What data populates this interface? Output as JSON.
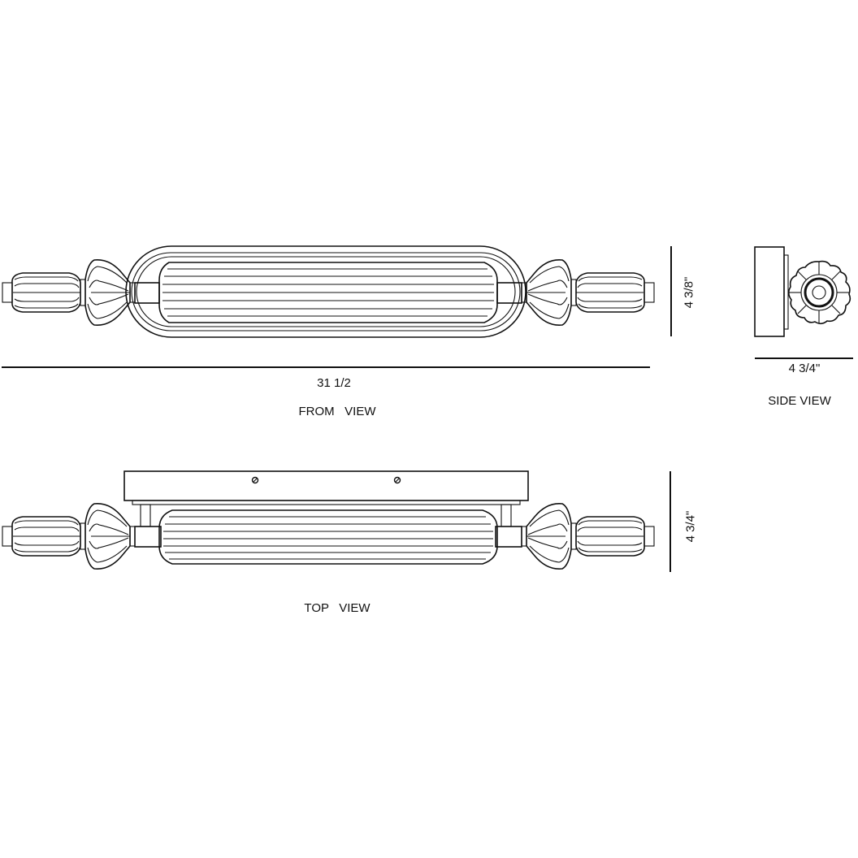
{
  "drawing": {
    "line_color": "#111111",
    "background": "#ffffff",
    "front_view": {
      "caption": "FROM   VIEW",
      "width_dimension": "31 1/2",
      "height_dimension": "4 3/8\""
    },
    "side_view": {
      "caption": "SIDE VIEW",
      "depth_dimension": "4 3/4\""
    },
    "top_view": {
      "caption": "TOP   VIEW",
      "depth_dimension": "4 3/4\""
    }
  }
}
